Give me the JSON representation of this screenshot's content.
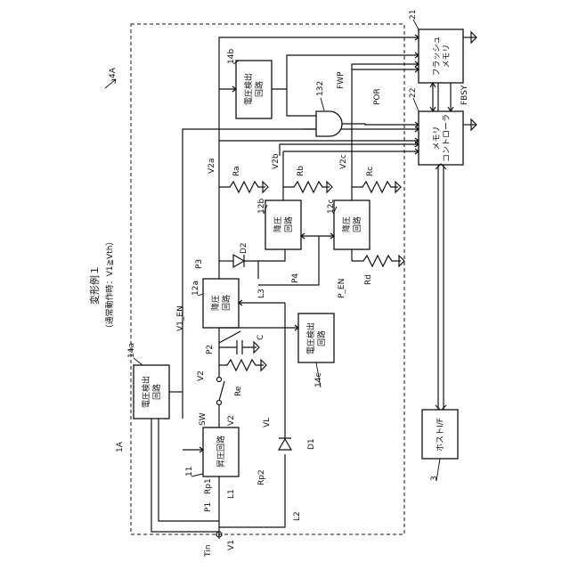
{
  "title": "変形例１",
  "subtitle": "（通常動作時：V1≧Vth）",
  "device_label": "4A",
  "system_label": "1A",
  "blocks": {
    "boost": "昇圧回路",
    "step_down_a": "降圧回路",
    "step_down_b": "降圧回路",
    "step_down_c": "降圧回路",
    "detector_a": "電圧検出回路",
    "detector_b": "電圧検出回路",
    "detector_c": "電圧検出回路",
    "flash_memory": "フラッシュメモリ",
    "memory_controller": "メモリコントローラ",
    "host_if": "ホストI/F"
  },
  "refs": {
    "r11": "11",
    "r12a": "12a",
    "r12b": "12b",
    "r12c": "12c",
    "r14a": "14a",
    "r14b": "14b",
    "r14c": "14c",
    "r21": "21",
    "r22": "22",
    "r3": "3",
    "r132": "132"
  },
  "labels": {
    "tin": "Tin",
    "v1": "V1",
    "p1": "P1",
    "rp1": "Rp1",
    "l1": "L1",
    "rp2": "Rp2",
    "l2": "L2",
    "v2_lower": "V2",
    "v2_upper": "V2",
    "sw": "SW",
    "re": "Re",
    "p2": "P2",
    "c": "C",
    "v1_en": "V1_EN",
    "p3": "P3",
    "d2": "D2",
    "l3": "L3",
    "p4": "P4",
    "p_en": "P_EN",
    "rd": "Rd",
    "vl": "VL",
    "d1": "D1",
    "v2a": "V2a",
    "ra": "Ra",
    "v2b": "V2b",
    "rb": "Rb",
    "v2c": "V2c",
    "rc": "Rc",
    "fwp": "FWP",
    "por": "POR",
    "fbsy": "FBSY"
  }
}
